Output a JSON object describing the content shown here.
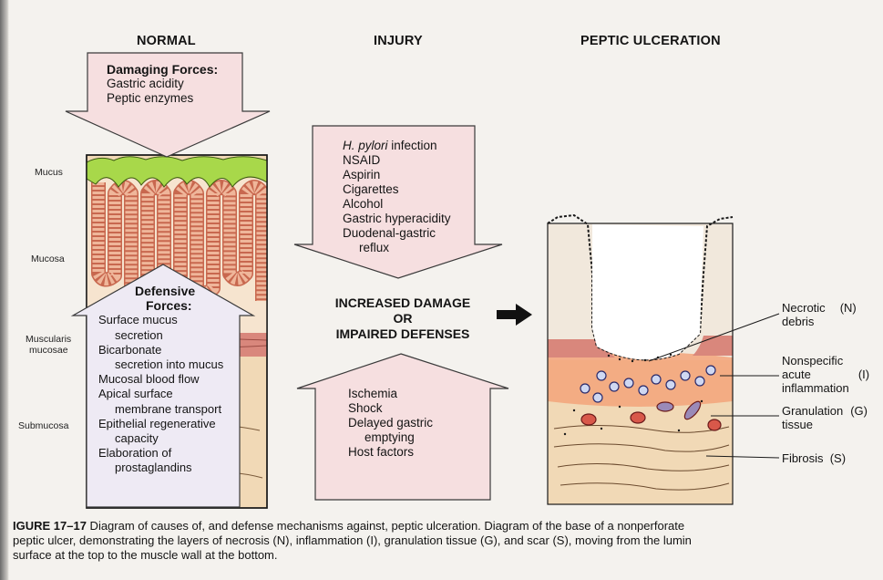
{
  "headers": {
    "normal": "NORMAL",
    "injury": "INJURY",
    "peptic": "PEPTIC ULCERATION"
  },
  "damaging": {
    "title": "Damaging Forces:",
    "items": [
      "Gastric acidity",
      "Peptic enzymes"
    ]
  },
  "defensive": {
    "title_line1": "Defensive",
    "title_line2": "Forces:",
    "lines": [
      {
        "text": "Surface mucus",
        "indent": false
      },
      {
        "text": "secretion",
        "indent": true
      },
      {
        "text": "Bicarbonate",
        "indent": false
      },
      {
        "text": "secretion into mucus",
        "indent": true
      },
      {
        "text": "Mucosal blood flow",
        "indent": false
      },
      {
        "text": "Apical surface",
        "indent": false
      },
      {
        "text": "membrane transport",
        "indent": true
      },
      {
        "text": "Epithelial regenerative",
        "indent": false
      },
      {
        "text": "capacity",
        "indent": true
      },
      {
        "text": "Elaboration of",
        "indent": false
      },
      {
        "text": "prostaglandins",
        "indent": true
      }
    ]
  },
  "layers": {
    "mucus": "Mucus",
    "mucosa": "Mucosa",
    "muscularis_1": "Muscularis",
    "muscularis_2": "mucosae",
    "submucosa": "Submucosa"
  },
  "injury_top": {
    "hpylori_italic": "H. pylori",
    "hpylori_rest": " infection",
    "items": [
      {
        "text": "NSAID",
        "indent": false
      },
      {
        "text": "Aspirin",
        "indent": false
      },
      {
        "text": "Cigarettes",
        "indent": false
      },
      {
        "text": "Alcohol",
        "indent": false
      },
      {
        "text": "Gastric hyperacidity",
        "indent": false
      },
      {
        "text": "Duodenal-gastric",
        "indent": false
      },
      {
        "text": "reflux",
        "indent": true
      }
    ]
  },
  "center": {
    "line1": "INCREASED DAMAGE",
    "line2": "OR",
    "line3": "IMPAIRED DEFENSES"
  },
  "injury_bottom": {
    "items": [
      {
        "text": "Ischemia",
        "indent": false
      },
      {
        "text": "Shock",
        "indent": false
      },
      {
        "text": "Delayed gastric",
        "indent": false
      },
      {
        "text": "emptying",
        "indent": true
      },
      {
        "text": "Host factors",
        "indent": false
      }
    ]
  },
  "ulcer_labels": {
    "necrotic_1": "Necrotic",
    "necrotic_2": "debris",
    "necrotic_code": "(N)",
    "nonspec_1": "Nonspecific",
    "nonspec_2": "acute",
    "nonspec_3": "inflammation",
    "nonspec_code": "(I)",
    "gran_1": "Granulation",
    "gran_2": "tissue",
    "gran_code": "(G)",
    "fibrosis": "Fibrosis  (S)"
  },
  "caption": {
    "fig": "IGURE 17–17",
    "line1": "  Diagram of causes of, and defense mechanisms against, peptic ulceration. Diagram of the base of a nonperforate",
    "line2": "peptic ulcer, demonstrating the layers of necrosis (N), inflammation (I), granulation tissue (G), and scar (S), moving from the lumin",
    "line3": "surface at the top to the muscle wall at the bottom."
  },
  "colors": {
    "arrow_fill": "#f6dfe0",
    "mucus": "#a8d84a",
    "mucosa_crypt": "#efb69a",
    "muscularis": "#d9877c",
    "submucosa": "#f1d9b6",
    "inflammation": "#f3a37a",
    "ink": "#141414"
  }
}
